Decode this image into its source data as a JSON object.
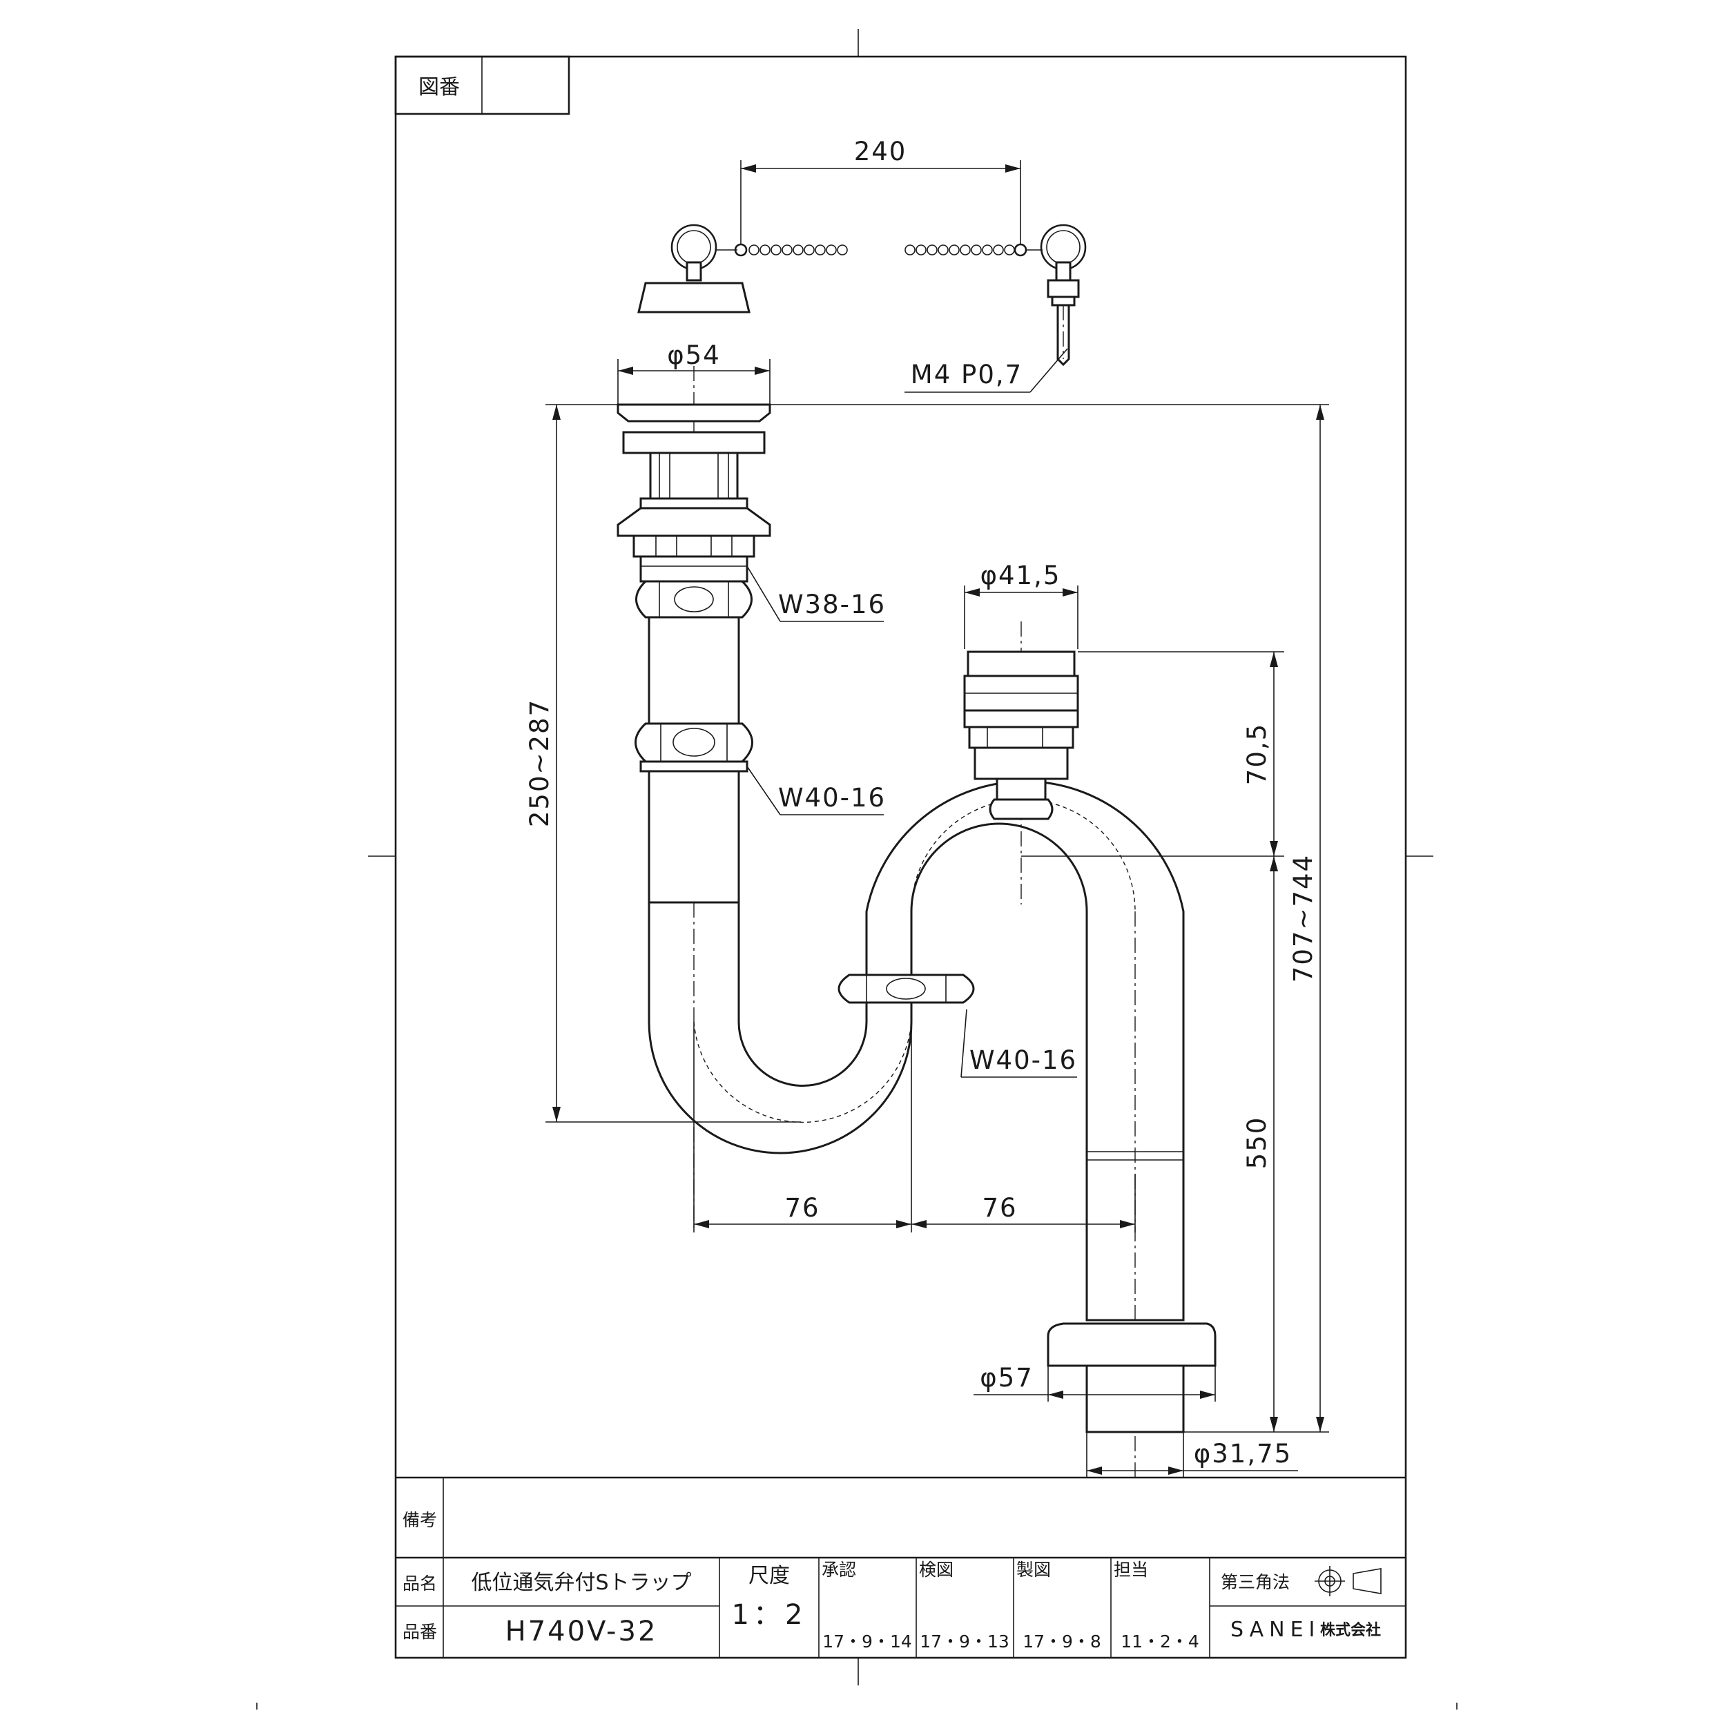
{
  "title_block": {
    "drawing_number_label": "図番",
    "remarks_label": "備考",
    "product_name_label": "品名",
    "product_name": "低位通気弁付Sトラップ",
    "product_number_label": "品番",
    "product_number": "H740V-32",
    "scale_label": "尺度",
    "scale": "1：2",
    "approved_label": "承認",
    "approved_date": "17・9・14",
    "checked_label": "検図",
    "checked_date": "17・9・13",
    "drawn_label": "製図",
    "drawn_date": "17・9・8",
    "charge_label": "担当",
    "charge_date": "11・2・4",
    "projection_label": "第三角法",
    "company": "SANEI",
    "company_suffix": "株式会社"
  },
  "dimensions": {
    "chain_length": "240",
    "thread": "M4 P0,7",
    "drain_diameter": "φ54",
    "vent_diameter": "φ41,5",
    "nut_upper": "W38-16",
    "nut_middle": "W40-16",
    "nut_lower": "W40-16",
    "drain_height_range": "250~287",
    "vent_height": "70,5",
    "total_height_range": "707~744",
    "outlet_length": "550",
    "offset_left": "76",
    "offset_right": "76",
    "flange_diameter": "φ57",
    "pipe_diameter": "φ31,75"
  }
}
